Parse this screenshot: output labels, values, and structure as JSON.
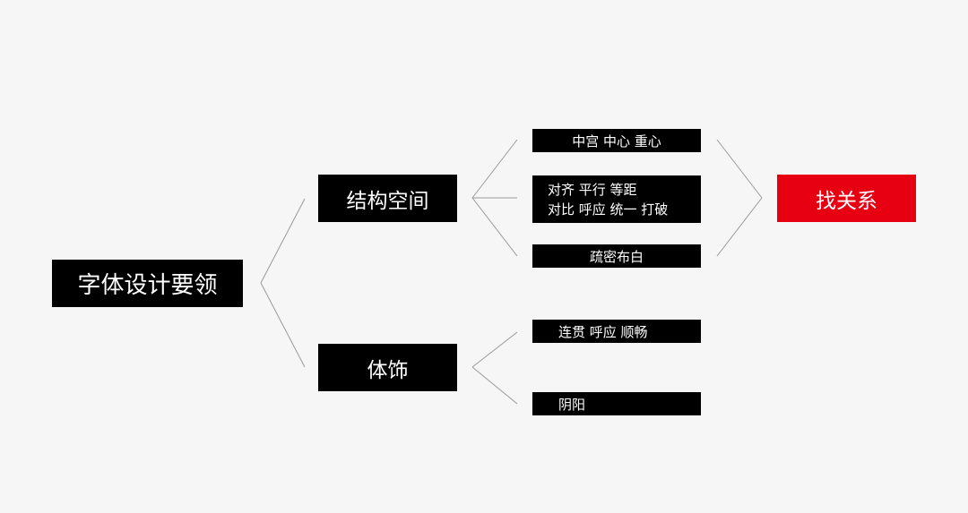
{
  "root": {
    "label": "字体设计要领"
  },
  "branches": {
    "structure": {
      "label": "结构空间"
    },
    "decoration": {
      "label": "体饰"
    }
  },
  "leaves": {
    "center": "中宫 中心 重心",
    "align": {
      "line1": "对齐 平行 等距",
      "line2": "对比 呼应 统一 打破"
    },
    "density": "疏密布白",
    "coherence": "连贯 呼应 顺畅",
    "yinyang": "阴阳"
  },
  "result": {
    "label": "找关系"
  },
  "colors": {
    "background": "#f6f6f6",
    "box": "#000000",
    "accent": "#e60012",
    "connector": "#9a9a9a"
  }
}
